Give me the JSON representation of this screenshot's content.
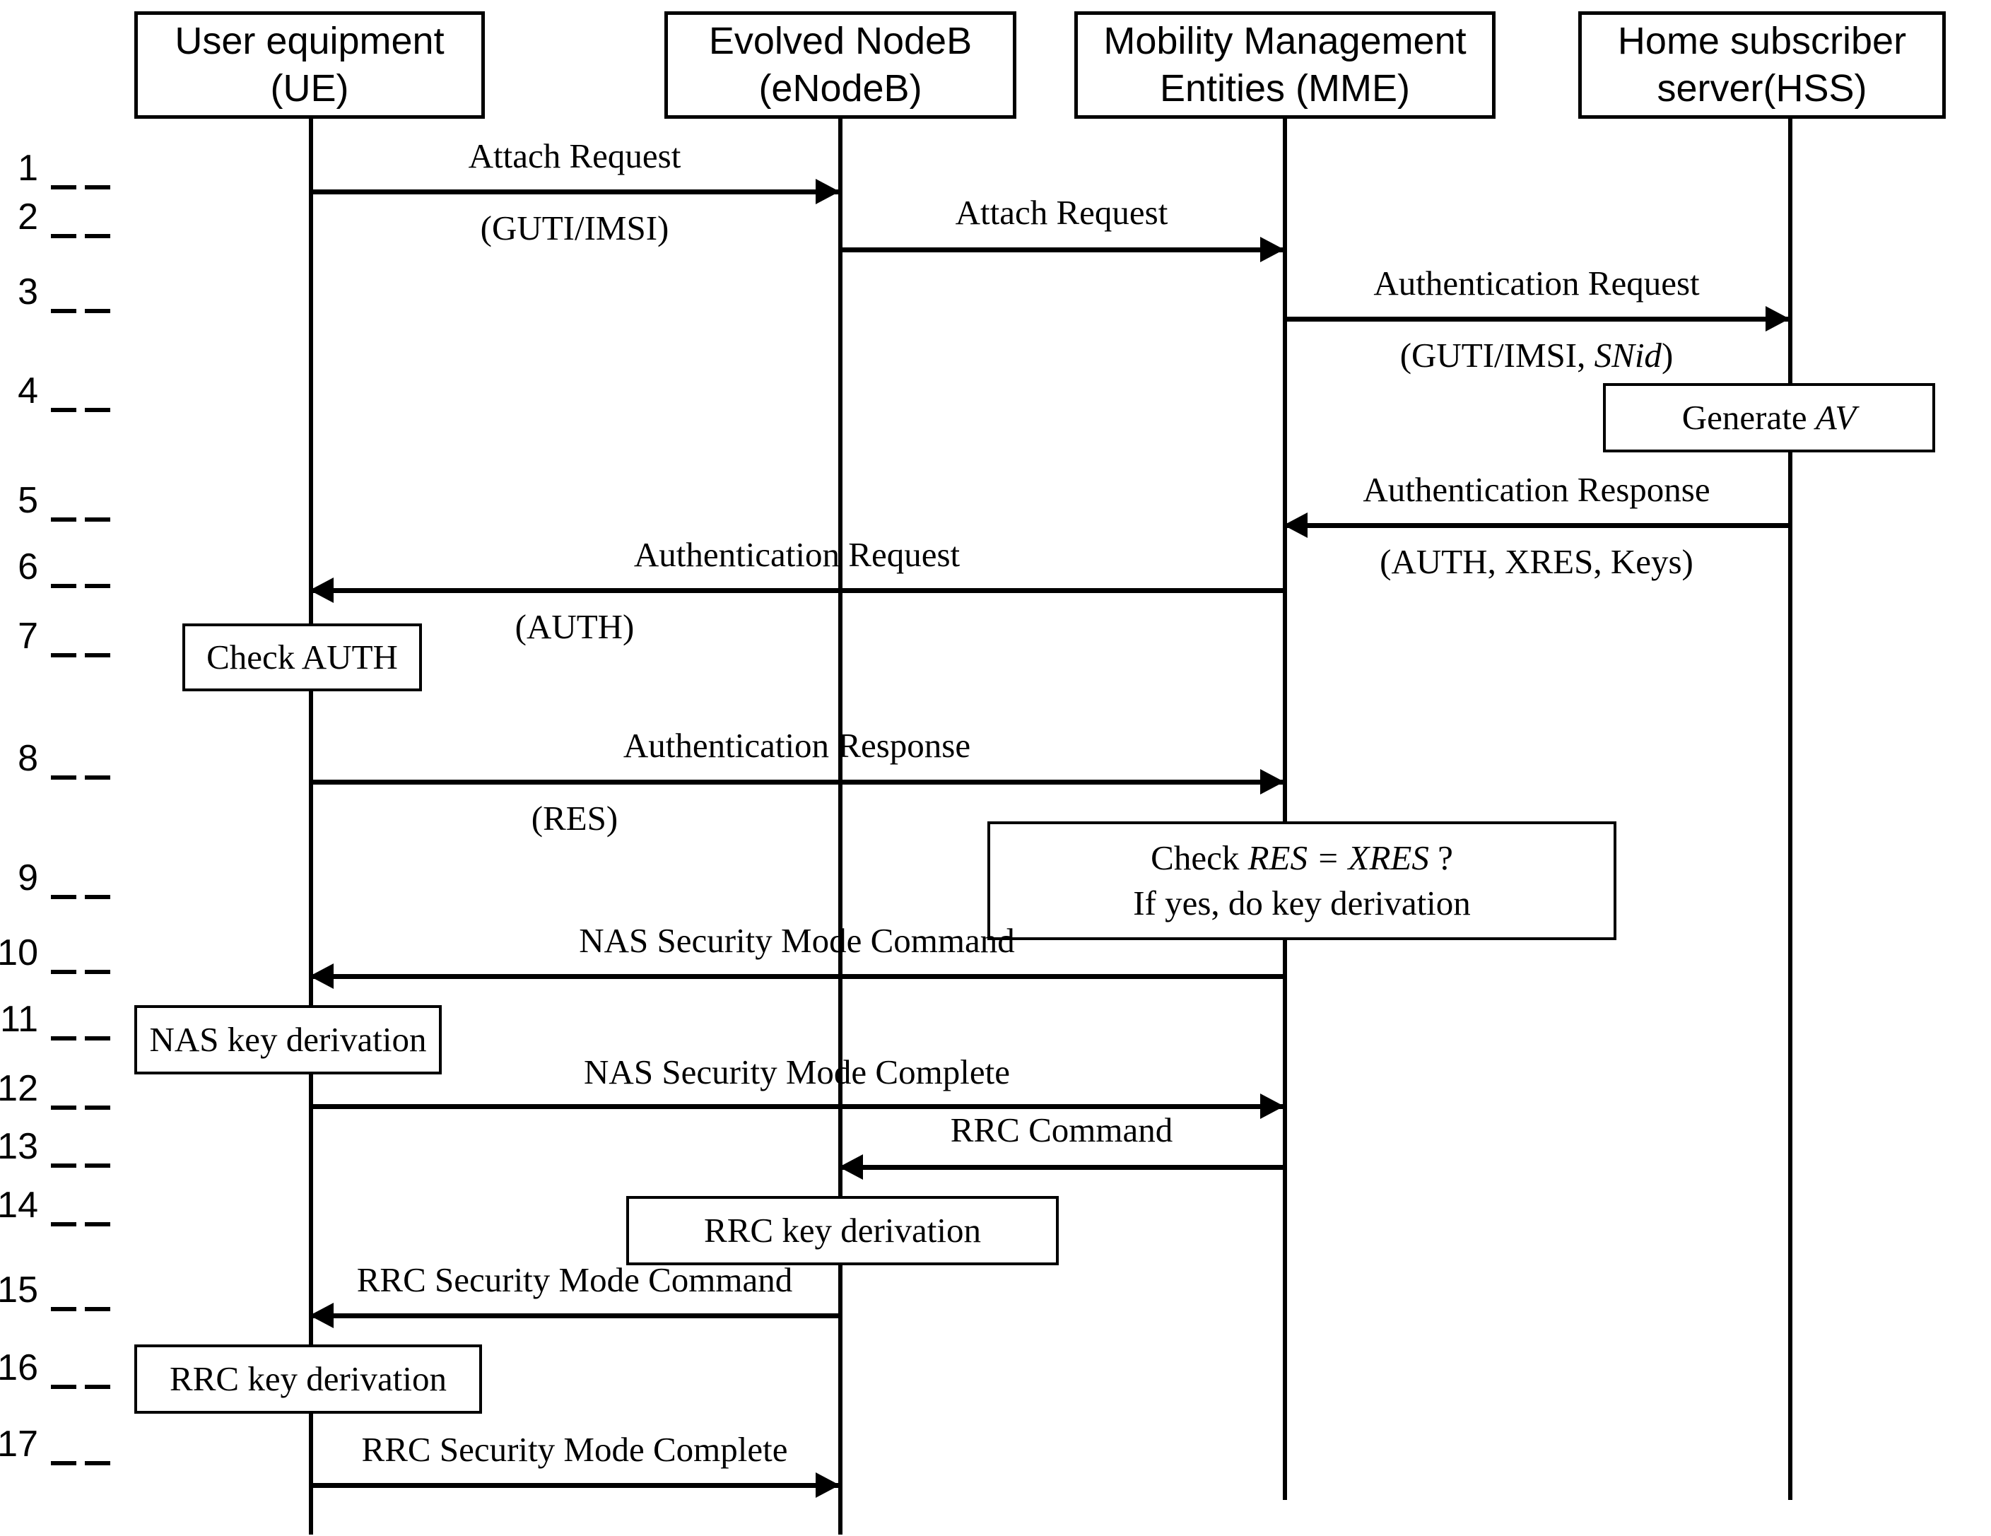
{
  "diagram": {
    "title": "LTE/EPS AKA authentication and security mode procedure sequence diagram",
    "entities": [
      {
        "id": "ue",
        "line1": "User equipment",
        "line2": "(UE)"
      },
      {
        "id": "enb",
        "line1": "Evolved NodeB",
        "line2": "(eNodeB)"
      },
      {
        "id": "mme",
        "line1": "Mobility Management",
        "line2": "Entities (MME)"
      },
      {
        "id": "hss",
        "line1": "Home subscriber",
        "line2": "server(HSS)"
      }
    ],
    "steps": [
      {
        "n": "1"
      },
      {
        "n": "2"
      },
      {
        "n": "3"
      },
      {
        "n": "4"
      },
      {
        "n": "5"
      },
      {
        "n": "6"
      },
      {
        "n": "7"
      },
      {
        "n": "8"
      },
      {
        "n": "9"
      },
      {
        "n": "10"
      },
      {
        "n": "11"
      },
      {
        "n": "12"
      },
      {
        "n": "13"
      },
      {
        "n": "14"
      },
      {
        "n": "15"
      },
      {
        "n": "16"
      },
      {
        "n": "17"
      }
    ],
    "messages": [
      {
        "id": "m1",
        "step": "1",
        "from": "ue",
        "to": "enb",
        "dir": "right",
        "label_above": "Attach Request",
        "label_below": "(GUTI/IMSI)"
      },
      {
        "id": "m2",
        "step": "2",
        "from": "enb",
        "to": "mme",
        "dir": "right",
        "label_above": "Attach Request",
        "label_below": ""
      },
      {
        "id": "m3",
        "step": "3",
        "from": "mme",
        "to": "hss",
        "dir": "right",
        "label_above": "Authentication Request",
        "label_below": "(GUTI/IMSI, SNid)"
      },
      {
        "id": "m5",
        "step": "5",
        "from": "hss",
        "to": "mme",
        "dir": "left",
        "label_above": "Authentication Response",
        "label_below": "(AUTH, XRES, Keys)"
      },
      {
        "id": "m6",
        "step": "6",
        "from": "mme",
        "to": "ue",
        "dir": "left",
        "label_above": "Authentication Request",
        "label_below": "(AUTH)"
      },
      {
        "id": "m8",
        "step": "8",
        "from": "ue",
        "to": "mme",
        "dir": "right",
        "label_above": "Authentication Response",
        "label_below": "(RES)"
      },
      {
        "id": "m10",
        "step": "10",
        "from": "mme",
        "to": "ue",
        "dir": "left",
        "label_above": "NAS Security Mode Command",
        "label_below": ""
      },
      {
        "id": "m12",
        "step": "12",
        "from": "ue",
        "to": "mme",
        "dir": "right",
        "label_above": "NAS Security Mode Complete",
        "label_below": ""
      },
      {
        "id": "m13",
        "step": "13",
        "from": "mme",
        "to": "enb",
        "dir": "left",
        "label_above": "RRC Command",
        "label_below": ""
      },
      {
        "id": "m15",
        "step": "15",
        "from": "enb",
        "to": "ue",
        "dir": "left",
        "label_above": "RRC Security Mode Command",
        "label_below": ""
      },
      {
        "id": "m17",
        "step": "17",
        "from": "ue",
        "to": "enb",
        "dir": "right",
        "label_above": "RRC Security Mode Complete",
        "label_below": ""
      }
    ],
    "actions": [
      {
        "id": "a4",
        "step": "4",
        "on": "hss",
        "line1": "Generate ",
        "italic1": "AV",
        "line2": "",
        "italic2": ""
      },
      {
        "id": "a7",
        "step": "7",
        "on": "ue",
        "line1": "Check AUTH",
        "italic1": "",
        "line2": "",
        "italic2": ""
      },
      {
        "id": "a9",
        "step": "9",
        "on": "mme",
        "line1": "Check ",
        "italic1": "RES = XRES",
        "line2": "If yes, do key derivation",
        "italic2": "",
        "suffix1": " ?"
      },
      {
        "id": "a11",
        "step": "11",
        "on": "ue",
        "line1": "NAS key derivation",
        "italic1": "",
        "line2": "",
        "italic2": ""
      },
      {
        "id": "a14",
        "step": "14",
        "on": "enb",
        "line1": "RRC key derivation",
        "italic1": "",
        "line2": "",
        "italic2": ""
      },
      {
        "id": "a16",
        "step": "16",
        "on": "ue",
        "line1": "RRC key derivation",
        "italic1": "",
        "line2": "",
        "italic2": ""
      }
    ],
    "colors": {
      "stroke": "#000000",
      "background": "#ffffff"
    }
  }
}
